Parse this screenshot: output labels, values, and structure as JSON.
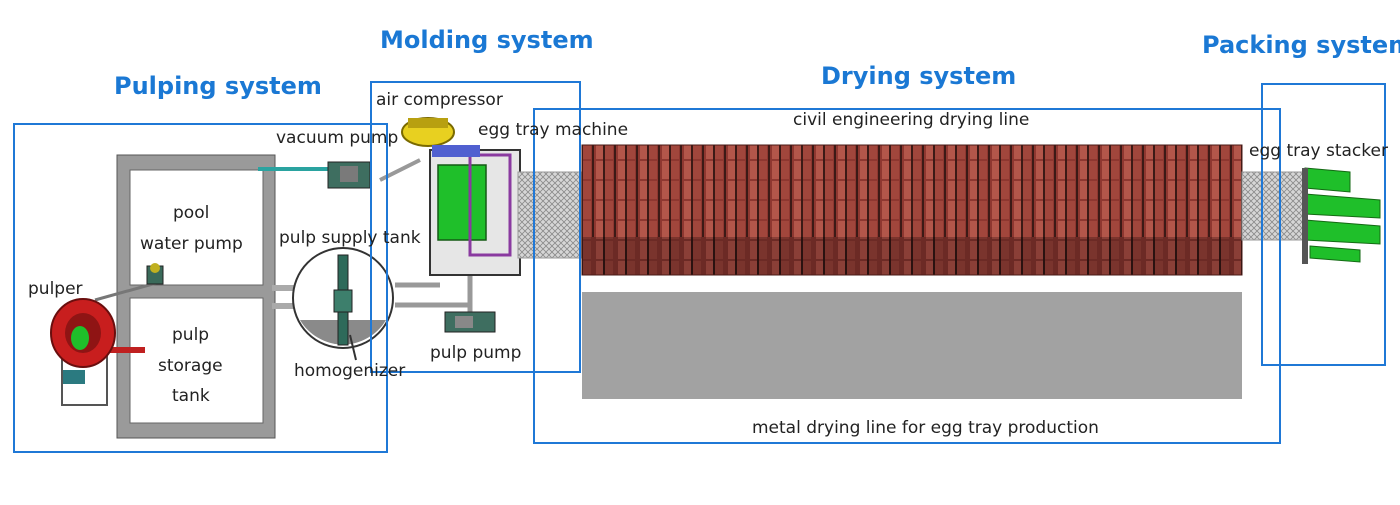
{
  "systems": {
    "pulping": "Pulping system",
    "molding": "Molding system",
    "drying": "Drying system",
    "packing": "Packing system"
  },
  "labels": {
    "pulper": "pulper",
    "pool": "pool",
    "water_pump": "water pump",
    "pulp": "pulp",
    "storage": "storage",
    "tank": "tank",
    "pulp_supply_tank": "pulp supply tank",
    "homogenizer": "homogenizer",
    "vacuum_pump": "vacuum pump",
    "air_compressor": "air compressor",
    "egg_tray_machine": "egg tray machine",
    "pulp_pump": "pulp pump",
    "civil_line": "civil engineering drying line",
    "metal_line": "metal drying line for egg tray production",
    "stacker": "egg tray stacker"
  },
  "colors": {
    "accent": "#1f78d6",
    "brick": "#9a3c34",
    "metal_line": "#a2a2a2",
    "machine_green": "#1fbf2a",
    "pulper_red": "#c81e1e"
  }
}
